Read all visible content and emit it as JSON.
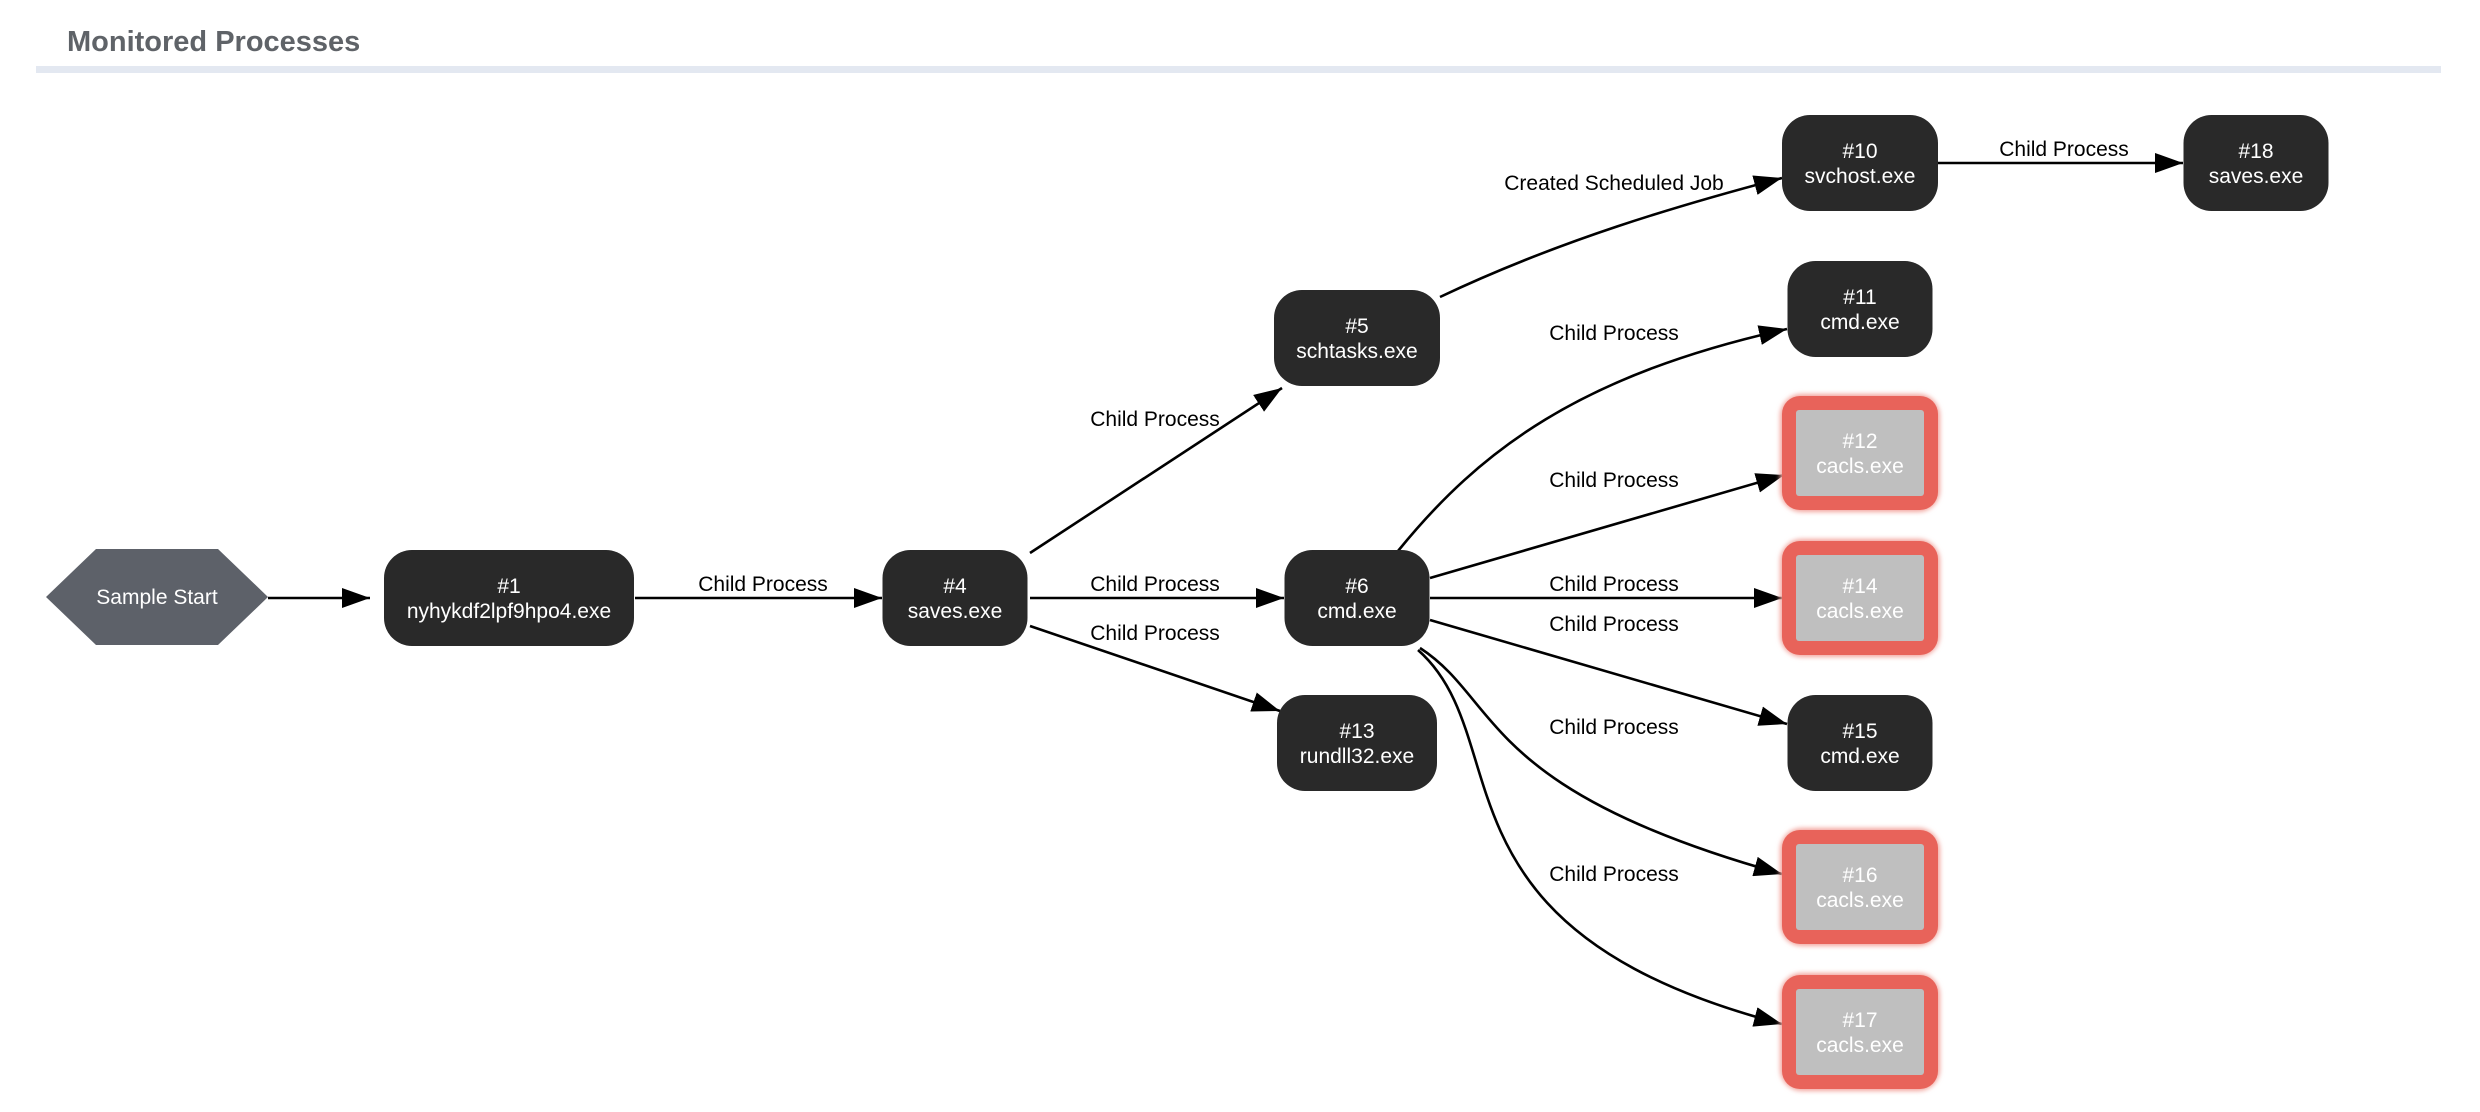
{
  "header": {
    "title": "Monitored Processes"
  },
  "colors": {
    "node_fill": "#292929",
    "flagged_outline": "#e8635a",
    "flagged_fill": "#bfbfbf",
    "start_fill": "#5d6169",
    "edge": "#000000"
  },
  "start": {
    "label": "Sample Start"
  },
  "nodes": [
    {
      "key": "n1",
      "id": "#1",
      "name": "nyhykdf2lpf9hpo4.exe",
      "flagged": false
    },
    {
      "key": "n4",
      "id": "#4",
      "name": "saves.exe",
      "flagged": false
    },
    {
      "key": "n5",
      "id": "#5",
      "name": "schtasks.exe",
      "flagged": false
    },
    {
      "key": "n6",
      "id": "#6",
      "name": "cmd.exe",
      "flagged": false
    },
    {
      "key": "n13",
      "id": "#13",
      "name": "rundll32.exe",
      "flagged": false
    },
    {
      "key": "n10",
      "id": "#10",
      "name": "svchost.exe",
      "flagged": false
    },
    {
      "key": "n18",
      "id": "#18",
      "name": "saves.exe",
      "flagged": false
    },
    {
      "key": "n11",
      "id": "#11",
      "name": "cmd.exe",
      "flagged": false
    },
    {
      "key": "n12",
      "id": "#12",
      "name": "cacls.exe",
      "flagged": true
    },
    {
      "key": "n14",
      "id": "#14",
      "name": "cacls.exe",
      "flagged": true
    },
    {
      "key": "n15",
      "id": "#15",
      "name": "cmd.exe",
      "flagged": false
    },
    {
      "key": "n16",
      "id": "#16",
      "name": "cacls.exe",
      "flagged": true
    },
    {
      "key": "n17",
      "id": "#17",
      "name": "cacls.exe",
      "flagged": true
    }
  ],
  "edges": [
    {
      "from": "start",
      "to": "n1",
      "label": ""
    },
    {
      "from": "n1",
      "to": "n4",
      "label": "Child Process"
    },
    {
      "from": "n4",
      "to": "n5",
      "label": "Child Process"
    },
    {
      "from": "n4",
      "to": "n6",
      "label": "Child Process"
    },
    {
      "from": "n4",
      "to": "n13",
      "label": "Child Process"
    },
    {
      "from": "n5",
      "to": "n10",
      "label": "Created Scheduled Job"
    },
    {
      "from": "n10",
      "to": "n18",
      "label": "Child Process"
    },
    {
      "from": "n6",
      "to": "n11",
      "label": "Child Process"
    },
    {
      "from": "n6",
      "to": "n12",
      "label": "Child Process"
    },
    {
      "from": "n6",
      "to": "n14",
      "label": "Child Process"
    },
    {
      "from": "n6",
      "to": "n15",
      "label": "Child Process"
    },
    {
      "from": "n6",
      "to": "n16",
      "label": "Child Process"
    },
    {
      "from": "n6",
      "to": "n17",
      "label": "Child Process"
    }
  ]
}
